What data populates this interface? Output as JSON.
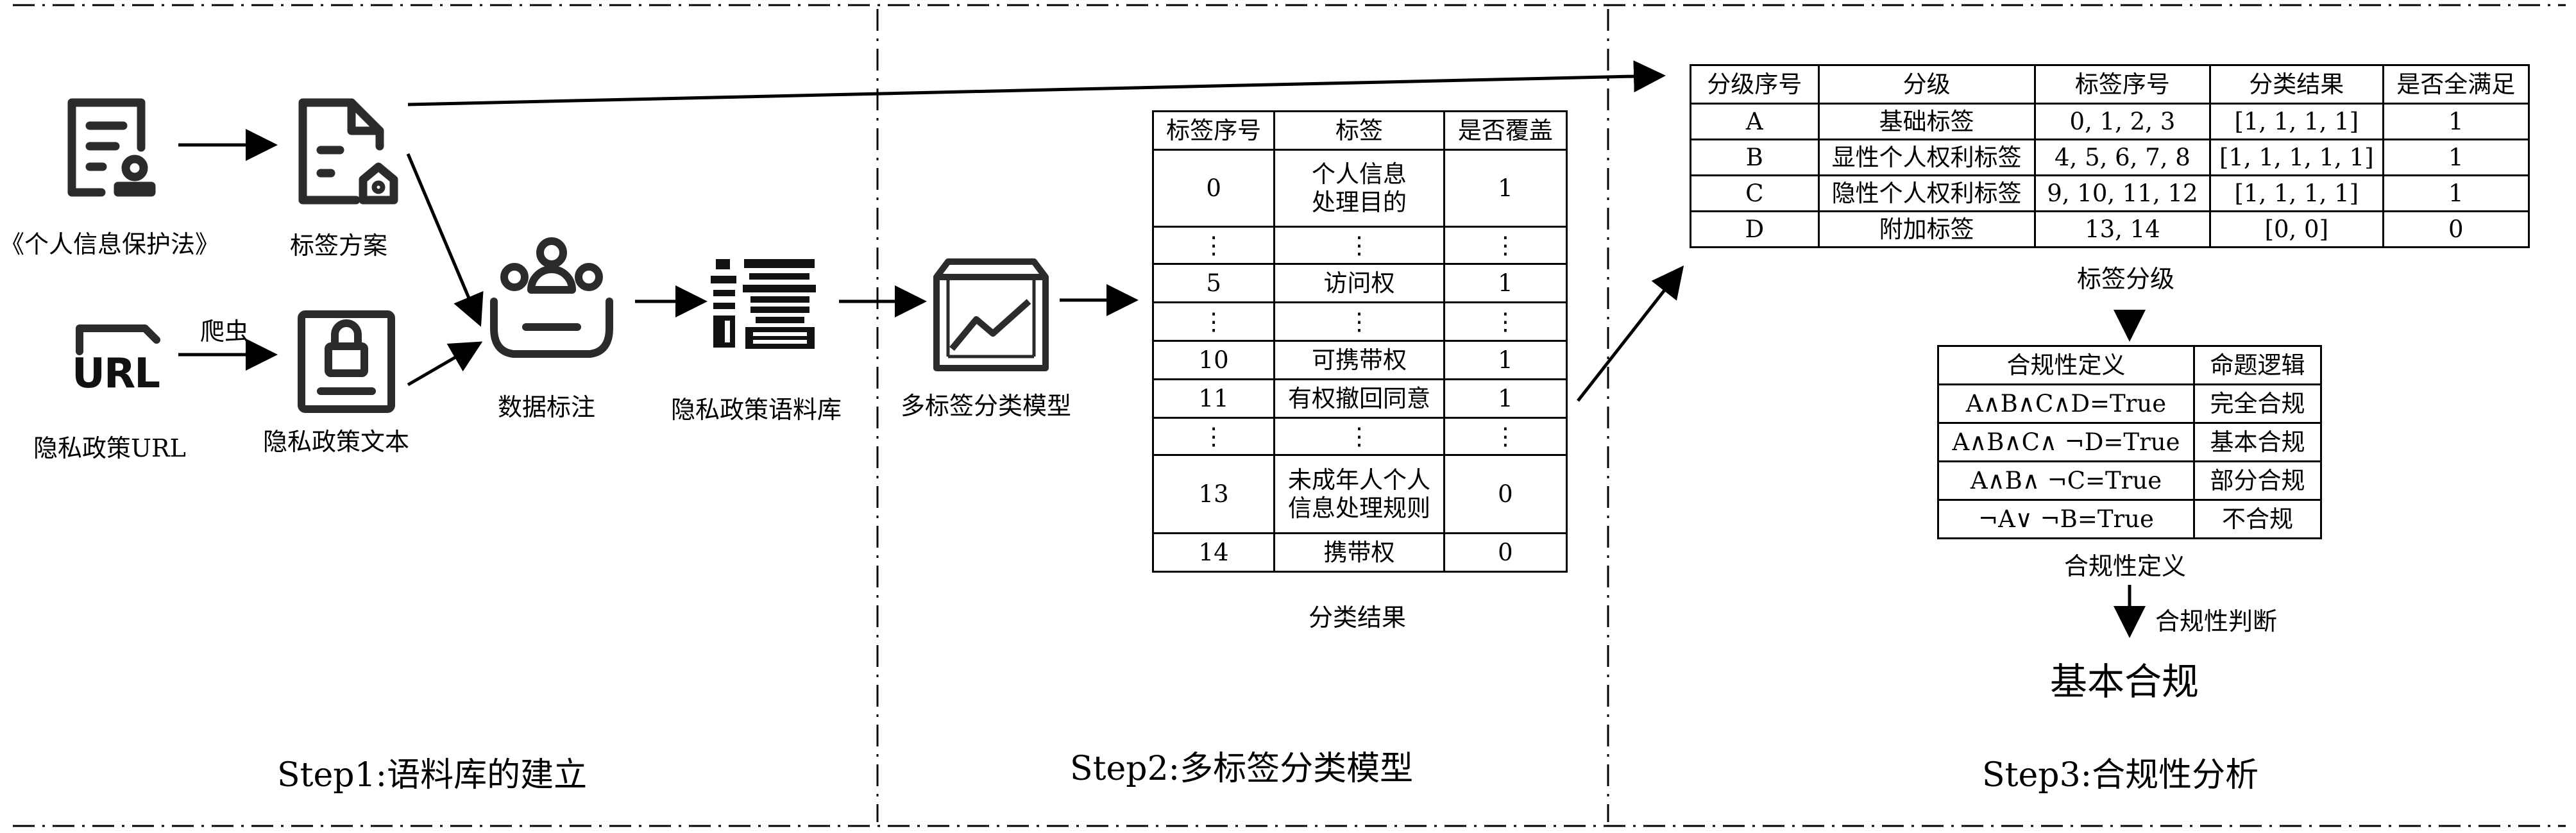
{
  "step1": {
    "title": "Step1:语料库的建立",
    "law_label": "《个人信息保护法》",
    "scheme_label": "标签方案",
    "crawler_label": "爬虫",
    "url_icon_text": "URL",
    "url_label": "隐私政策URL",
    "text_label": "隐私政策文本",
    "annotation_label": "数据标注",
    "corpus_label": "隐私政策语料库"
  },
  "step2": {
    "title": "Step2:多标签分类模型",
    "model_label": "多标签分类模型",
    "table_caption": "分类结果",
    "table": {
      "headers": [
        "标签序号",
        "标签",
        "是否覆盖"
      ],
      "rows": [
        {
          "id": "0",
          "label1": "个人信息",
          "label2": "处理目的",
          "cov": "1"
        },
        {
          "id": "⋮",
          "label1": "⋮",
          "label2": "",
          "cov": "⋮"
        },
        {
          "id": "5",
          "label1": "访问权",
          "label2": "",
          "cov": "1"
        },
        {
          "id": "⋮",
          "label1": "⋮",
          "label2": "",
          "cov": "⋮"
        },
        {
          "id": "10",
          "label1": "可携带权",
          "label2": "",
          "cov": "1"
        },
        {
          "id": "11",
          "label1": "有权撤回同意",
          "label2": "",
          "cov": "1"
        },
        {
          "id": "⋮",
          "label1": "⋮",
          "label2": "",
          "cov": "⋮"
        },
        {
          "id": "13",
          "label1": "未成年人个人",
          "label2": "信息处理规则",
          "cov": "0"
        },
        {
          "id": "14",
          "label1": "携带权",
          "label2": "",
          "cov": "0"
        }
      ]
    }
  },
  "step3": {
    "title": "Step3:合规性分析",
    "grade_caption": "标签分级",
    "grade_table": {
      "headers": [
        "分级序号",
        "分级",
        "标签序号",
        "分类结果",
        "是否全满足"
      ],
      "rows": [
        [
          "A",
          "基础标签",
          "0, 1, 2, 3",
          "[1, 1, 1, 1]",
          "1"
        ],
        [
          "B",
          "显性个人权利标签",
          "4, 5, 6, 7, 8",
          "[1, 1, 1, 1, 1]",
          "1"
        ],
        [
          "C",
          "隐性个人权利标签",
          "9, 10, 11, 12",
          "[1, 1, 1, 1]",
          "1"
        ],
        [
          "D",
          "附加标签",
          "13, 14",
          "[0, 0]",
          "0"
        ]
      ]
    },
    "def_caption": "合规性定义",
    "def_table": {
      "headers": [
        "合规性定义",
        "命题逻辑"
      ],
      "rows": [
        [
          "A∧B∧C∧D=True",
          "完全合规"
        ],
        [
          "A∧B∧C∧ ¬D=True",
          "基本合规"
        ],
        [
          "A∧B∧ ¬C=True",
          "部分合规"
        ],
        [
          "¬A∨ ¬B=True",
          "不合规"
        ]
      ]
    },
    "judge_label": "合规性判断",
    "result": "基本合规"
  }
}
